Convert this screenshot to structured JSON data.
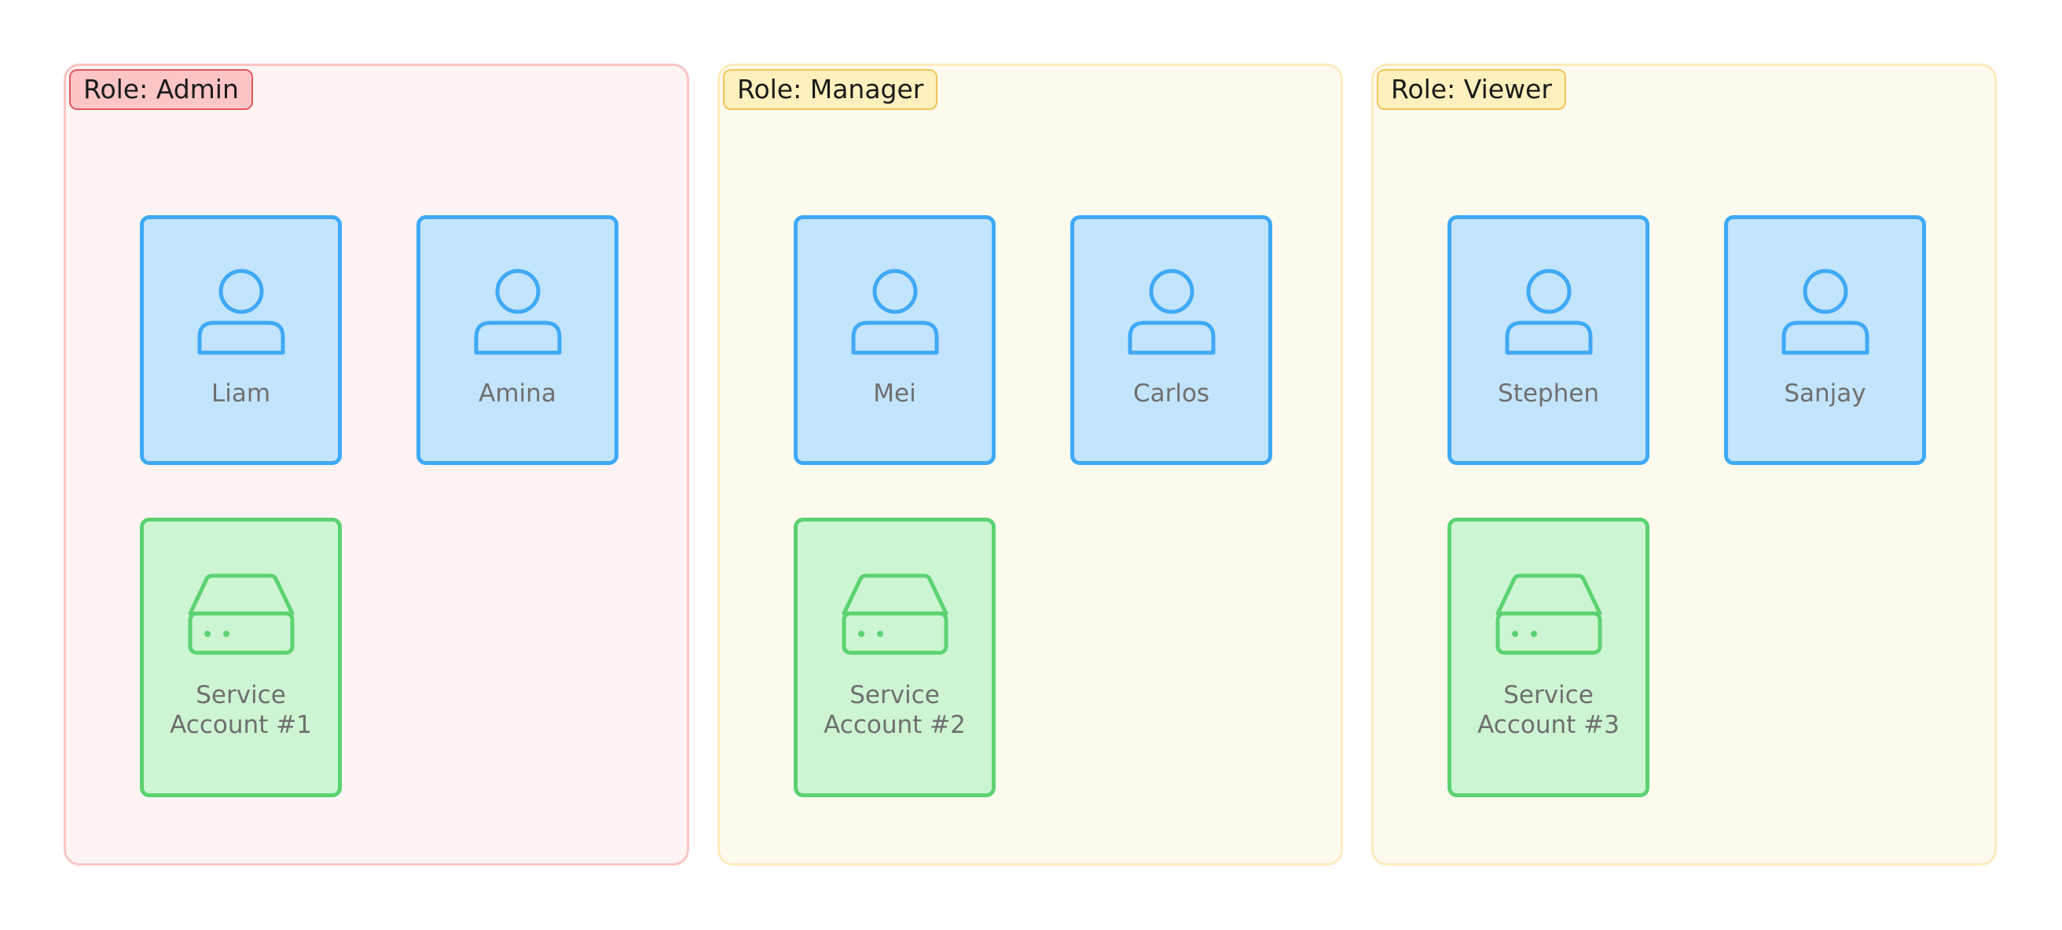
{
  "colors": {
    "admin_fill": "#fff4f4",
    "admin_border": "#fbc4c4",
    "admin_label_fill": "#fdc5c5",
    "admin_label_border": "#e05a5a",
    "yellow_fill": "#fffaee",
    "yellow_border": "#feebbd",
    "yellow_label_fill": "#fff0bd",
    "yellow_label_border": "#f1c65a",
    "user_fill": "#c3e4fd",
    "user_border": "#3fa9f5",
    "service_fill": "#cdf5d4",
    "service_border": "#5cd271"
  },
  "groups": [
    {
      "label": "Role: Admin",
      "users": [
        {
          "name": "Liam",
          "icon": "user-icon"
        },
        {
          "name": "Amina",
          "icon": "user-icon"
        }
      ],
      "service": {
        "line1": "Service",
        "line2": "Account #1",
        "icon": "server-icon"
      }
    },
    {
      "label": "Role: Manager",
      "users": [
        {
          "name": "Mei",
          "icon": "user-icon"
        },
        {
          "name": "Carlos",
          "icon": "user-icon"
        }
      ],
      "service": {
        "line1": "Service",
        "line2": "Account #2",
        "icon": "server-icon"
      }
    },
    {
      "label": "Role: Viewer",
      "users": [
        {
          "name": "Stephen",
          "icon": "user-icon"
        },
        {
          "name": "Sanjay",
          "icon": "user-icon"
        }
      ],
      "service": {
        "line1": "Service",
        "line2": "Account #3",
        "icon": "server-icon"
      }
    }
  ]
}
